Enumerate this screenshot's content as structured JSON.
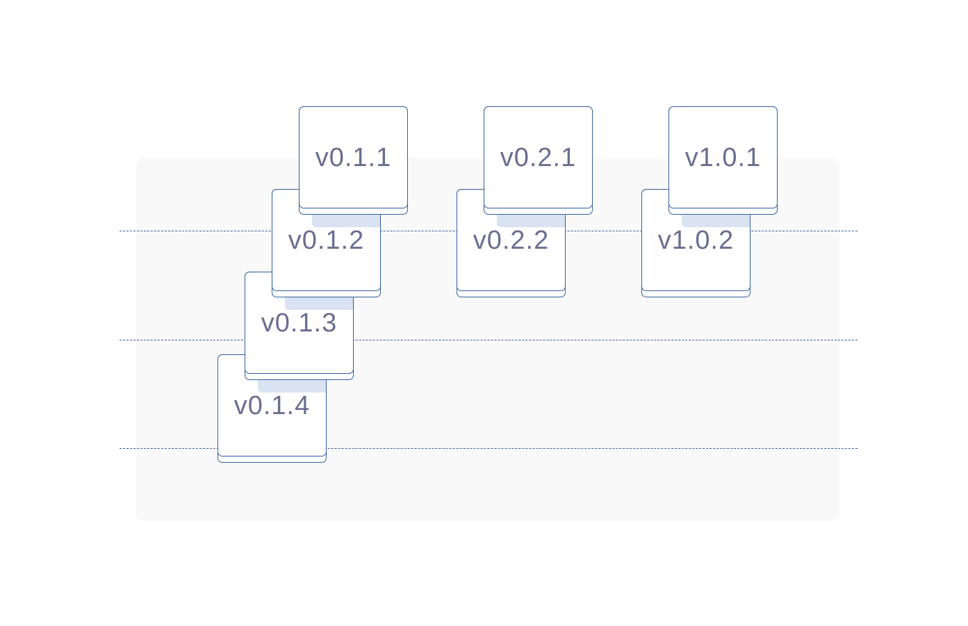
{
  "diagram": {
    "columns": [
      {
        "id": "v0.1",
        "versions": [
          "v0.1.1",
          "v0.1.2",
          "v0.1.3",
          "v0.1.4"
        ]
      },
      {
        "id": "v0.2",
        "versions": [
          "v0.2.1",
          "v0.2.2"
        ]
      },
      {
        "id": "v1.0",
        "versions": [
          "v1.0.1",
          "v1.0.2"
        ]
      }
    ],
    "colors": {
      "stroke": "#2f5f9d",
      "text": "#6a6d90",
      "panel": "#f9f9f9",
      "shadow": "#d9e3f2"
    }
  }
}
